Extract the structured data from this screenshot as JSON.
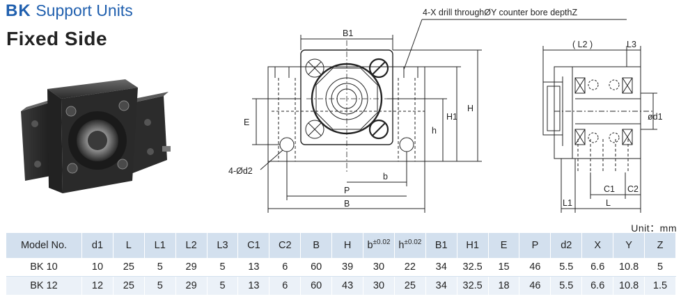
{
  "header": {
    "series_code": "BK",
    "series_name": "Support Units",
    "subtitle": "Fixed Side"
  },
  "drawing": {
    "note_bore": "4-X drill throughØY counter bore depthZ",
    "note_hole": "4-Ød2",
    "labels": {
      "B1": "B1",
      "E": "E",
      "h": "h",
      "H1": "H1",
      "H": "H",
      "b": "b",
      "P": "P",
      "B": "B",
      "L2": "( L2 )",
      "L3": "L3",
      "d1": "ød1",
      "C1": "C1",
      "C2": "C2",
      "L1": "L1",
      "L": "L"
    }
  },
  "unit_label": "Unit：mm",
  "table": {
    "columns": [
      "Model No.",
      "d1",
      "L",
      "L1",
      "L2",
      "L3",
      "C1",
      "C2",
      "B",
      "H",
      "b",
      "h",
      "B1",
      "H1",
      "E",
      "P",
      "d2",
      "X",
      "Y",
      "Z"
    ],
    "col_suffix": {
      "b": "±0.02",
      "h": "±0.02"
    },
    "rows": [
      [
        "BK 10",
        "10",
        "25",
        "5",
        "29",
        "5",
        "13",
        "6",
        "60",
        "39",
        "30",
        "22",
        "34",
        "32.5",
        "15",
        "46",
        "5.5",
        "6.6",
        "10.8",
        "5"
      ],
      [
        "BK 12",
        "12",
        "25",
        "5",
        "29",
        "5",
        "13",
        "6",
        "60",
        "43",
        "30",
        "25",
        "34",
        "32.5",
        "18",
        "46",
        "5.5",
        "6.6",
        "10.8",
        "1.5"
      ]
    ]
  }
}
